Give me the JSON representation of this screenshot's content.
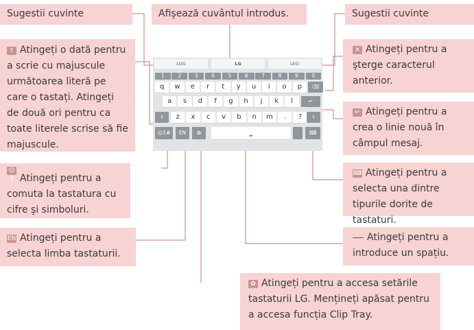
{
  "callouts": {
    "suggestions_left": "Sugestii cuvinte",
    "display_word": "Afişează cuvântul introdus.",
    "suggestions_right": "Sugestii cuvinte",
    "shift": "Atingeți o dată pentru a scrie cu majuscule următoarea literă pe care o tastați. Atingeți de două ori pentru ca toate literele scrise să fie majuscule.",
    "symbols": "Atingeți pentru a comuta la tastatura cu cifre şi simboluri.",
    "language": "Atingeți pentru a selecta limba tastaturii.",
    "delete": "Atingeți pentru a şterge caracterul anterior.",
    "enter": "Atingeți pentru a crea o linie nouă în câmpul mesaj.",
    "keyboard_type": "Atingeți pentru a selecta una dintre tipurile dorite de tastaturi.",
    "space": "Atingeți pentru a introduce un spațiu.",
    "settings": "Atingeți pentru a accesa setările tastaturii LG. Mențineți apăsat pentru a accesa funcția Clip Tray."
  },
  "icons": {
    "shift": "shift-icon",
    "symbols": "symbols-icon",
    "language": "language-icon",
    "delete": "delete-icon",
    "enter": "enter-icon",
    "keyboard_type": "keyboard-type-icon",
    "space": "space-icon",
    "settings": "settings-icon"
  },
  "keyboard": {
    "suggestions": [
      "LOG",
      "LG",
      "LEG"
    ],
    "number_row": [
      "1",
      "2",
      "3",
      "4",
      "5",
      "6",
      "7",
      "8",
      "9",
      "0"
    ],
    "row1": [
      "q",
      "w",
      "e",
      "r",
      "t",
      "y",
      "u",
      "i",
      "o",
      "p"
    ],
    "row2": [
      "a",
      "s",
      "d",
      "f",
      "g",
      "h",
      "j",
      "k",
      "l"
    ],
    "row3": [
      "z",
      "x",
      "c",
      "v",
      "b",
      "n",
      "m",
      ".",
      "?"
    ],
    "symbols_key": "☺1#",
    "language_key": "EN"
  },
  "colors": {
    "callout_bg": "#f7d3d3",
    "line": "#c9938f",
    "key_dark": "#8f969c"
  }
}
